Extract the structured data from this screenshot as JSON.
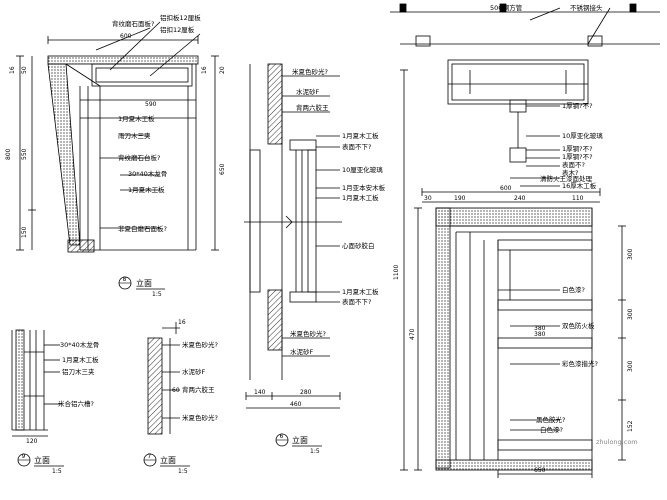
{
  "views": {
    "left_top": {
      "dims_top": [
        "600"
      ],
      "dims_left": [
        "16",
        "50"
      ],
      "dims_right": [
        "16",
        "20"
      ],
      "dims_mid": [
        "590"
      ],
      "height_total": "800",
      "height_mid": "550",
      "height_bottom": "150",
      "height_right": "650",
      "labels": [
        "背纹磨石面板?",
        "铝扣板12厘板",
        "铝扣12厘板",
        "1月夏木工板",
        "雨刀木三夹",
        "背纹磨石台板?",
        "30*40木龙骨",
        "1月夏木工板",
        "非夏白磨石面板?"
      ],
      "title_num": "8",
      "title": "立面",
      "scale": "1:5"
    },
    "mid_top": {
      "labels_top": [
        "米夏色砂光?",
        "水泥砂F",
        "背两六胶王"
      ],
      "labels_mid": [
        "1月夏木工板",
        "表面不下?",
        "10厘亚化玻璃",
        "1月亚本安木板",
        "1月夏木工板",
        "心面砂胶白"
      ],
      "labels_bot": [
        "1月夏木工板",
        "表面不下?",
        "米夏色砂光?",
        "水泥砂F"
      ],
      "dims_bottom": [
        "140",
        "280"
      ],
      "dim_total": "460",
      "title_num": "6",
      "title": "立面",
      "scale": "1:5"
    },
    "left_bottom": {
      "labels": [
        "30*40木龙骨",
        "1月夏木工板",
        "铝刀木三夹",
        "米合铝六槽?"
      ],
      "dim": "120",
      "title_num": "9",
      "title": "立面",
      "scale": "1:5"
    },
    "small": {
      "labels": [
        "米夏色砂光?",
        "水泥砂F",
        "背两六胶王",
        "米夏色砂光?"
      ],
      "dims": [
        "16",
        "60"
      ],
      "title_num": "7",
      "title": "立面",
      "scale": "1:5"
    },
    "right": {
      "labels_top": [
        "50C钢方管",
        "不锈钢接头",
        "1厚钢?不?",
        "10厚亚化玻璃",
        "1厚钢?不?",
        "1厚钢?不?",
        "表面不?",
        "表木?",
        "清防火王漆面处理",
        "16厚木工板"
      ],
      "dims_top": [
        "600",
        "30",
        "190",
        "240",
        "110"
      ],
      "labels_mid": [
        "白色漆?",
        "双色防火板",
        "彩色漆揩光?"
      ],
      "labels_bot": [
        "黑色胶光?",
        "白色漆?"
      ],
      "dims_inner": [
        "380",
        "380",
        "650"
      ],
      "dims_right": [
        "300",
        "300",
        "300",
        "152"
      ],
      "dims_left": [
        "1100",
        "470"
      ]
    }
  },
  "watermark": "zhulong.com"
}
